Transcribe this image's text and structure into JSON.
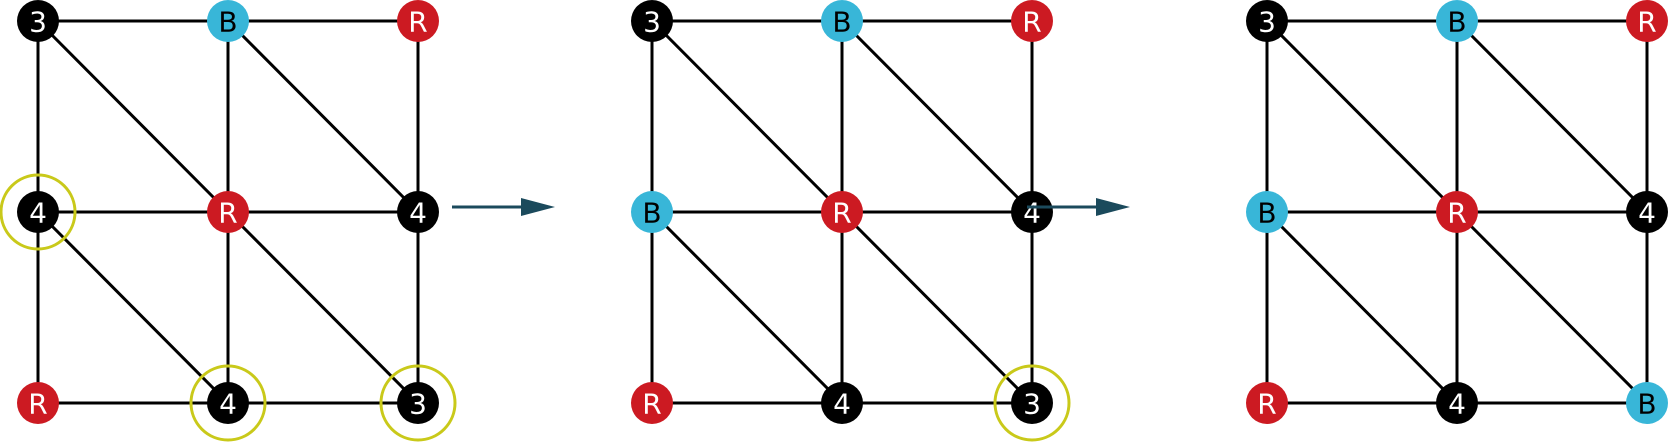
{
  "colors": {
    "black": "#000000",
    "red": "#cc1a22",
    "blue": "#38b6d8",
    "highlight": "#c9c91a",
    "arrow": "#1b4a5c",
    "edge": "#000000"
  },
  "panels": [
    {
      "nodes": [
        {
          "label": "3",
          "fill": "black",
          "highlighted": false
        },
        {
          "label": "B",
          "fill": "blue",
          "highlighted": false
        },
        {
          "label": "R",
          "fill": "red",
          "highlighted": false
        },
        {
          "label": "4",
          "fill": "black",
          "highlighted": true
        },
        {
          "label": "R",
          "fill": "red",
          "highlighted": false
        },
        {
          "label": "4",
          "fill": "black",
          "highlighted": false
        },
        {
          "label": "R",
          "fill": "red",
          "highlighted": false
        },
        {
          "label": "4",
          "fill": "black",
          "highlighted": true
        },
        {
          "label": "3",
          "fill": "black",
          "highlighted": true
        }
      ]
    },
    {
      "nodes": [
        {
          "label": "3",
          "fill": "black",
          "highlighted": false
        },
        {
          "label": "B",
          "fill": "blue",
          "highlighted": false
        },
        {
          "label": "R",
          "fill": "red",
          "highlighted": false
        },
        {
          "label": "B",
          "fill": "blue",
          "highlighted": false
        },
        {
          "label": "R",
          "fill": "red",
          "highlighted": false
        },
        {
          "label": "4",
          "fill": "black",
          "highlighted": false
        },
        {
          "label": "R",
          "fill": "red",
          "highlighted": false
        },
        {
          "label": "4",
          "fill": "black",
          "highlighted": false
        },
        {
          "label": "3",
          "fill": "black",
          "highlighted": true
        }
      ]
    },
    {
      "nodes": [
        {
          "label": "3",
          "fill": "black",
          "highlighted": false
        },
        {
          "label": "B",
          "fill": "blue",
          "highlighted": false
        },
        {
          "label": "R",
          "fill": "red",
          "highlighted": false
        },
        {
          "label": "B",
          "fill": "blue",
          "highlighted": false
        },
        {
          "label": "R",
          "fill": "red",
          "highlighted": false
        },
        {
          "label": "4",
          "fill": "black",
          "highlighted": false
        },
        {
          "label": "R",
          "fill": "red",
          "highlighted": false
        },
        {
          "label": "4",
          "fill": "black",
          "highlighted": false
        },
        {
          "label": "B",
          "fill": "blue",
          "highlighted": false
        }
      ]
    }
  ],
  "arrows": [
    {
      "from_panel": 1,
      "to_panel": 2
    },
    {
      "from_panel": 2,
      "to_panel": 3
    }
  ]
}
